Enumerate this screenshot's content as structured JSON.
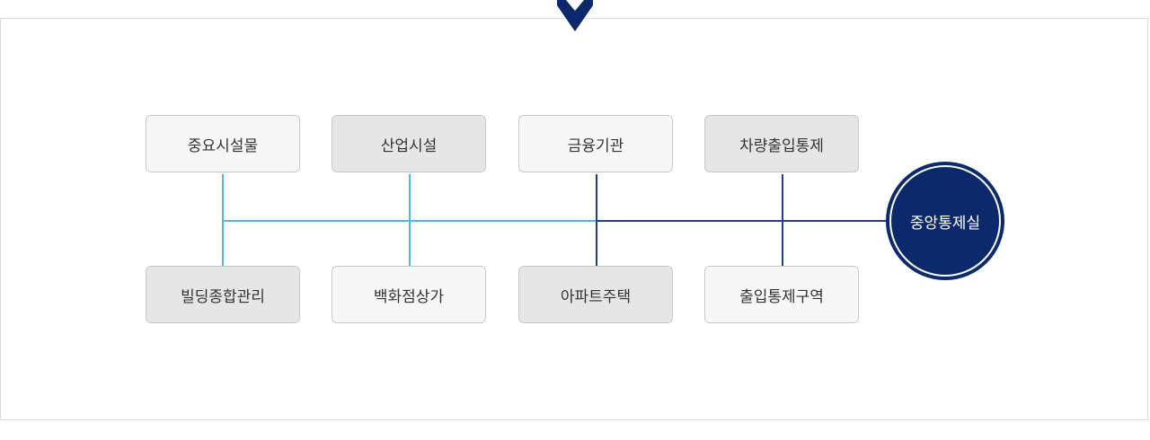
{
  "colors": {
    "accent_navy": "#0c2a6b",
    "line_light_blue": "#4fb8e0",
    "line_navy": "#1f3f8f",
    "box_light": "#f7f7f7",
    "box_dark": "#e6e6e6"
  },
  "icons": {
    "top": "chevron-down-icon"
  },
  "top_row": [
    {
      "label": "중요시설물"
    },
    {
      "label": "산업시설"
    },
    {
      "label": "금융기관"
    },
    {
      "label": "차량출입통제"
    }
  ],
  "bottom_row": [
    {
      "label": "빌딩종합관리"
    },
    {
      "label": "백화점상가"
    },
    {
      "label": "아파트주택"
    },
    {
      "label": "출입통제구역"
    }
  ],
  "hub": {
    "label": "중앙통제실"
  }
}
